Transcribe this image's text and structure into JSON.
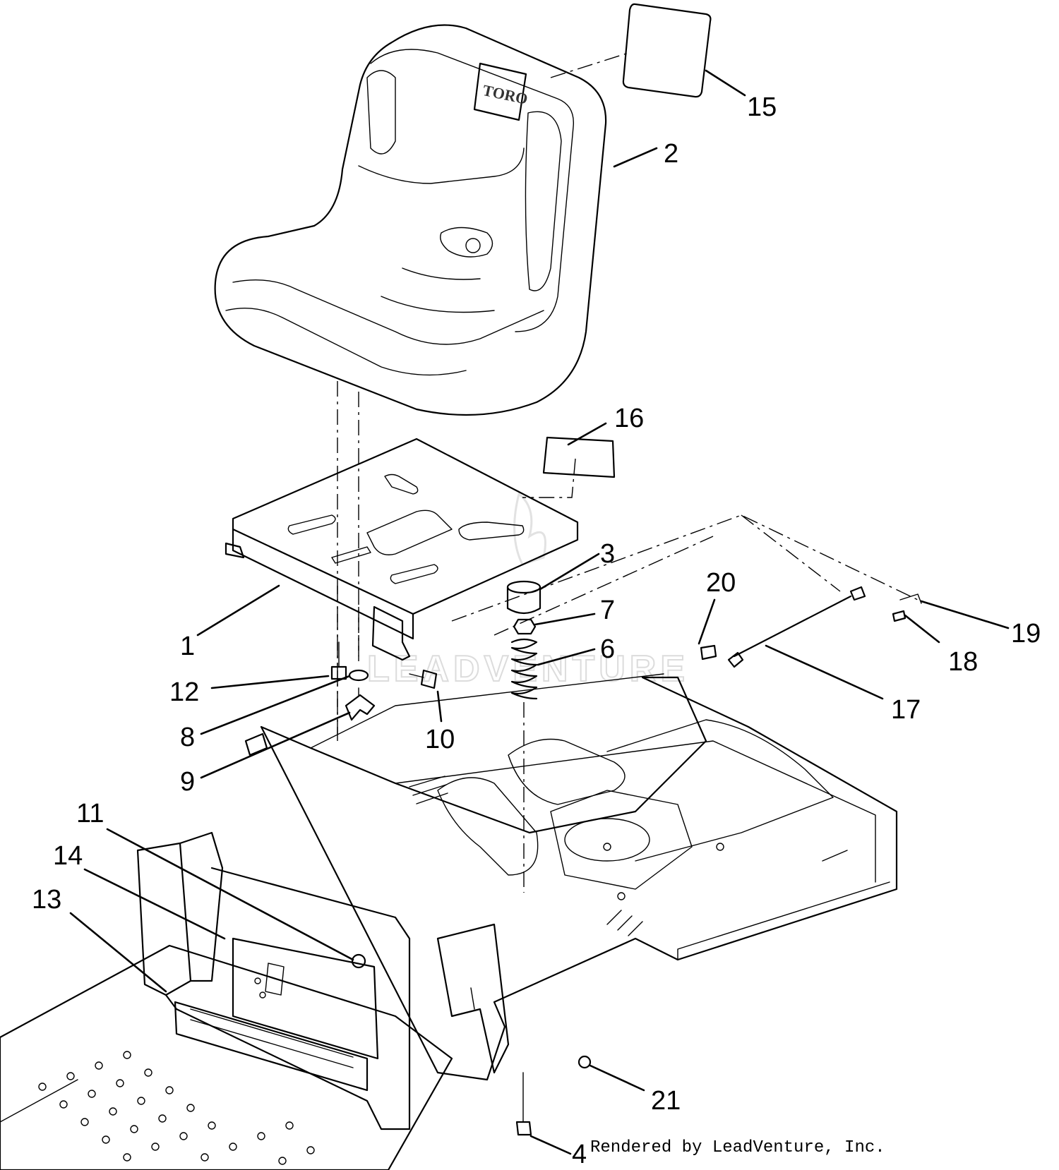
{
  "seat_logo": "TORO",
  "watermark": "LEADVENTURE",
  "credit": "Rendered by LeadVenture, Inc.",
  "callouts": [
    {
      "id": "15",
      "text": "15"
    },
    {
      "id": "2",
      "text": "2"
    },
    {
      "id": "16",
      "text": "16"
    },
    {
      "id": "3",
      "text": "3"
    },
    {
      "id": "20",
      "text": "20"
    },
    {
      "id": "7",
      "text": "7"
    },
    {
      "id": "19",
      "text": "19"
    },
    {
      "id": "1",
      "text": "1"
    },
    {
      "id": "6",
      "text": "6"
    },
    {
      "id": "18",
      "text": "18"
    },
    {
      "id": "12",
      "text": "12"
    },
    {
      "id": "17",
      "text": "17"
    },
    {
      "id": "8",
      "text": "8"
    },
    {
      "id": "10",
      "text": "10"
    },
    {
      "id": "9",
      "text": "9"
    },
    {
      "id": "11",
      "text": "11"
    },
    {
      "id": "14",
      "text": "14"
    },
    {
      "id": "13",
      "text": "13"
    },
    {
      "id": "21",
      "text": "21"
    },
    {
      "id": "4",
      "text": "4"
    }
  ]
}
